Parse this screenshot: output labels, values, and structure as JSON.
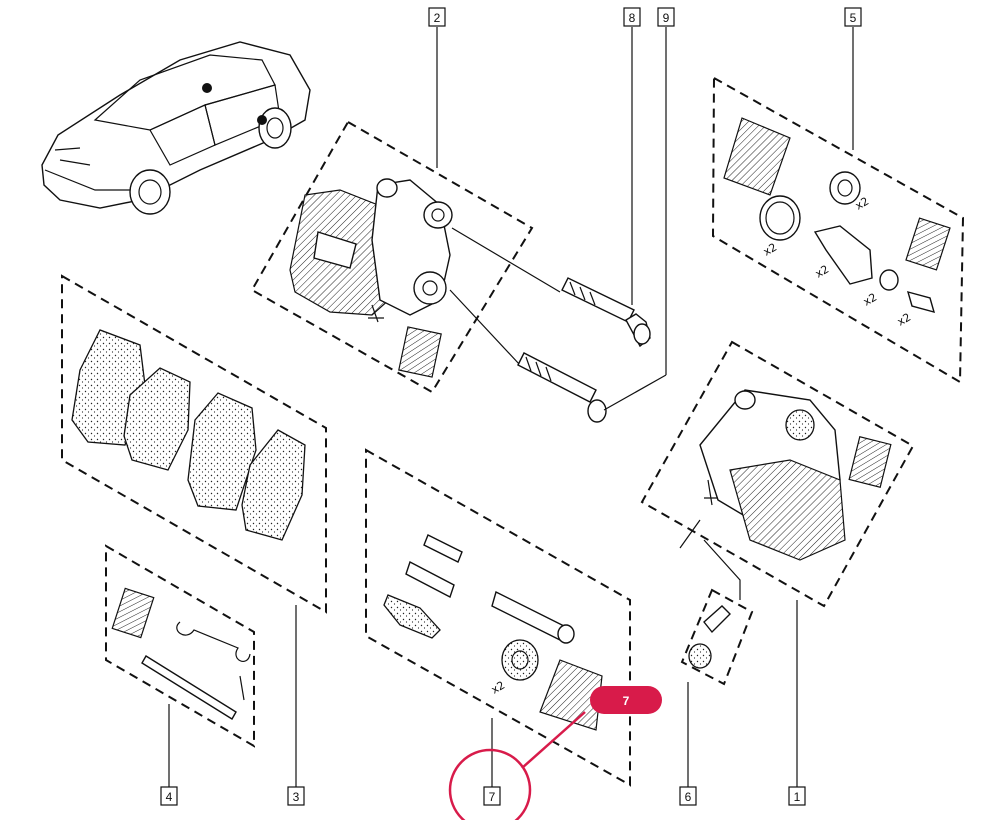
{
  "callouts": {
    "c1": "1",
    "c2": "2",
    "c3": "3",
    "c4": "4",
    "c5": "5",
    "c6": "6",
    "c7": "7",
    "c8": "8",
    "c9": "9"
  },
  "kit_notes": {
    "k5a": "x2",
    "k5b": "x2",
    "k5c": "x2",
    "k5d": "x2",
    "k5e": "x2",
    "k7": "x2"
  },
  "highlight": {
    "label": "7",
    "color": "#d81b4a"
  },
  "colors": {
    "ink": "#111111",
    "highlight": "#d81b4a"
  }
}
